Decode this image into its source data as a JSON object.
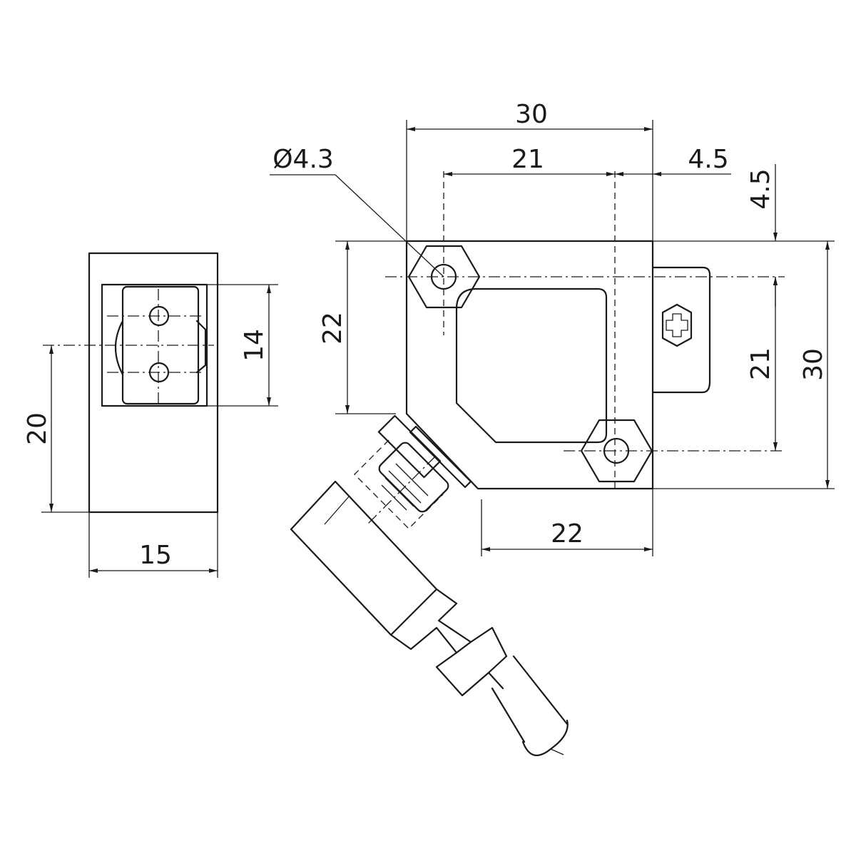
{
  "dimensions": {
    "body_width": "30",
    "hole_spacing_horizontal": "21",
    "offset_horizontal": "4.5",
    "offset_vertical": "4.5",
    "hole_diameter": "Ø4.3",
    "mount_height_left": "22",
    "hole_spacing_vertical": "21",
    "body_height": "30",
    "bottom_length": "22",
    "side_height": "20",
    "side_width": "15",
    "lens_height": "14"
  },
  "colors": {
    "line": "#1a1a1a",
    "background": "#ffffff"
  }
}
